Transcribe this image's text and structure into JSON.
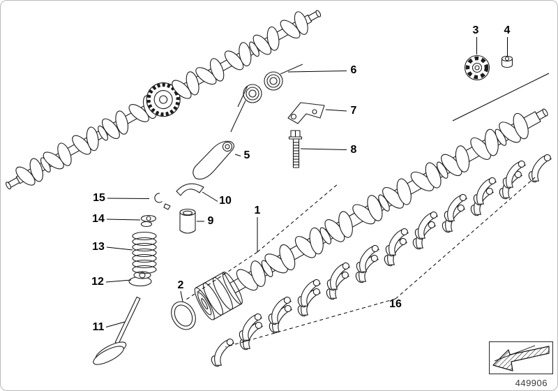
{
  "page": {
    "background_color": "#ffffff",
    "frame_color": "#b9b9b9",
    "line_color": "#1c1c1c"
  },
  "diagram": {
    "doc_number": "449906",
    "callouts": [
      {
        "label": "1"
      },
      {
        "label": "2"
      },
      {
        "label": "3"
      },
      {
        "label": "4"
      },
      {
        "label": "5"
      },
      {
        "label": "6"
      },
      {
        "label": "7"
      },
      {
        "label": "8"
      },
      {
        "label": "9"
      },
      {
        "label": "10"
      },
      {
        "label": "11"
      },
      {
        "label": "12"
      },
      {
        "label": "13"
      },
      {
        "label": "14"
      },
      {
        "label": "15"
      },
      {
        "label": "16"
      }
    ],
    "direction_indicator": {
      "icon": "view-direction-arrow"
    }
  }
}
